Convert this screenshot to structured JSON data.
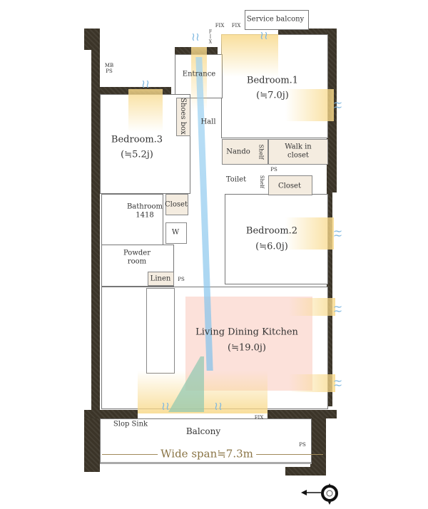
{
  "plan": {
    "rooms": {
      "service_balcony": "Service balcony",
      "fix_1": "FIX",
      "fix_2": "FIX",
      "fix_3": "FIX",
      "fix_bottom": "FIX",
      "mb_ps": "MB\nPS",
      "entrance": "Entrance",
      "bedroom1": "Bedroom.1",
      "bedroom1_size": "(≒7.0j)",
      "shoes_box": "Shoes box",
      "hall": "Hall",
      "bedroom3": "Bedroom.3",
      "bedroom3_size": "(≒5.2j)",
      "nando": "Nando",
      "shelf1": "Shelf",
      "walk_in_closet": "Walk in closet",
      "ps1": "PS",
      "toilet": "Toilet",
      "shelf2": "Shelf",
      "closet1": "Closet",
      "closet2": "Closet",
      "bathroom": "Bathroom",
      "bathroom_size": "1418",
      "washer": "W",
      "bedroom2": "Bedroom.2",
      "bedroom2_size": "(≒6.0j)",
      "powder_room": "Powder room",
      "linen": "Linen",
      "ps2": "PS",
      "ldk": "Living Dining Kitchen",
      "ldk_size": "(≒19.0j)",
      "slop_sink": "Slop Sink",
      "balcony": "Balcony",
      "ps3": "PS"
    },
    "wide_span": "Wide span≒7.3m",
    "colors": {
      "wall": "#3b3428",
      "light": "#f8d98a",
      "airflow": "#9fd3f3",
      "ldk": "#f5aa96",
      "span": "#8a7445"
    }
  }
}
